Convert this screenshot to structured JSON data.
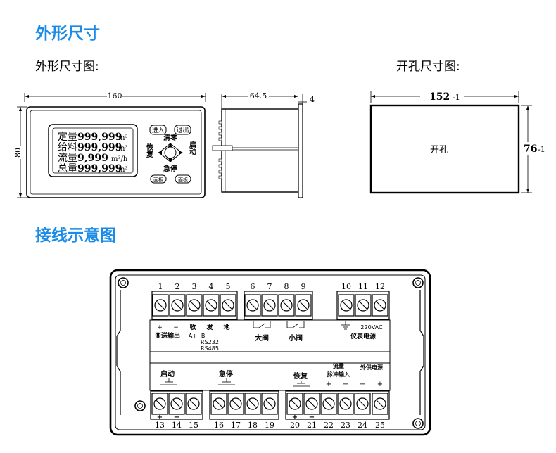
{
  "section1": {
    "title": "外形尺寸",
    "outline_label": "外形尺寸图:",
    "cutout_label": "开孔尺寸图:"
  },
  "front_view": {
    "width": "160",
    "height": "80",
    "lcd_lines": [
      {
        "label": "定量",
        "value": "999,999",
        "unit": "m³"
      },
      {
        "label": "给料",
        "value": "999,999",
        "unit": "m³"
      },
      {
        "label": "流量",
        "value": "9,999",
        "unit": "m³/h"
      },
      {
        "label": "总量",
        "value": "999,999",
        "unit": "m³"
      }
    ],
    "buttons": {
      "enter": "进入",
      "exit": "退出",
      "down_left": "面板",
      "down_right": "面板"
    },
    "keys": {
      "top": "清零",
      "left": "恢复",
      "right": "启动",
      "bottom": "急停"
    }
  },
  "side_view": {
    "depth": "64.5",
    "flange": "4"
  },
  "cutout": {
    "width": "152",
    "height": "76",
    "tolerance": "-1",
    "label": "开孔"
  },
  "section2": {
    "title": "接线示意图"
  },
  "wiring": {
    "top_numbers": [
      "1",
      "2",
      "3",
      "4",
      "5",
      "6",
      "7",
      "8",
      "9",
      "10",
      "11",
      "12"
    ],
    "bottom_numbers": [
      "13",
      "14",
      "15",
      "16",
      "17",
      "18",
      "19",
      "20",
      "21",
      "22",
      "23",
      "24",
      "25"
    ],
    "top_labels": {
      "plus": "+",
      "minus": "−",
      "transmit_out": "变送输出",
      "recv": "收",
      "send": "发",
      "gnd": "地",
      "a": "A+",
      "b": "B−",
      "rs232": "RS232",
      "rs485": "RS485",
      "big_valve": "大阀",
      "small_valve": "小阀",
      "power": "仪表电源",
      "vac": "220VAC"
    },
    "bottom_labels": {
      "start": "启动",
      "stop": "急停",
      "reset": "恢复",
      "flow": "流量",
      "pulse_in": "脉冲输入",
      "ext_power": "外供电源",
      "plus": "+",
      "minus": "−"
    }
  }
}
